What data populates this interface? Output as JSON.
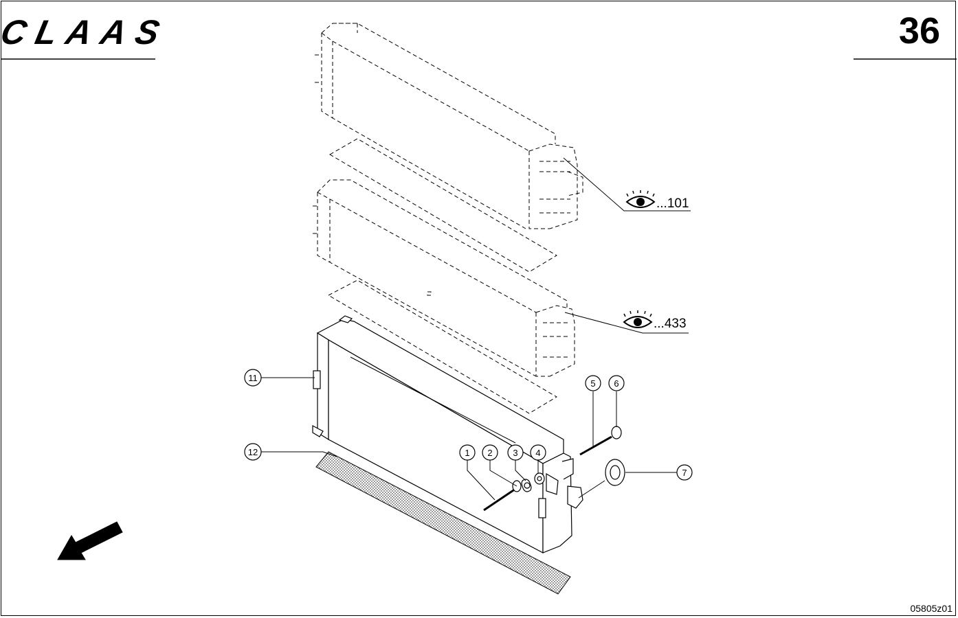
{
  "brand": "CLAAS",
  "page_number": "36",
  "drawing_code": "05805z01",
  "references": [
    {
      "label": "...101"
    },
    {
      "label": "...433"
    }
  ],
  "callouts": [
    "1",
    "2",
    "3",
    "4",
    "5",
    "6",
    "7",
    "11",
    "12"
  ],
  "colors": {
    "line": "#000000",
    "background": "#ffffff",
    "stipple": "#888888"
  },
  "icons": {
    "reference": "eye-icon",
    "direction": "front-direction-arrow"
  }
}
